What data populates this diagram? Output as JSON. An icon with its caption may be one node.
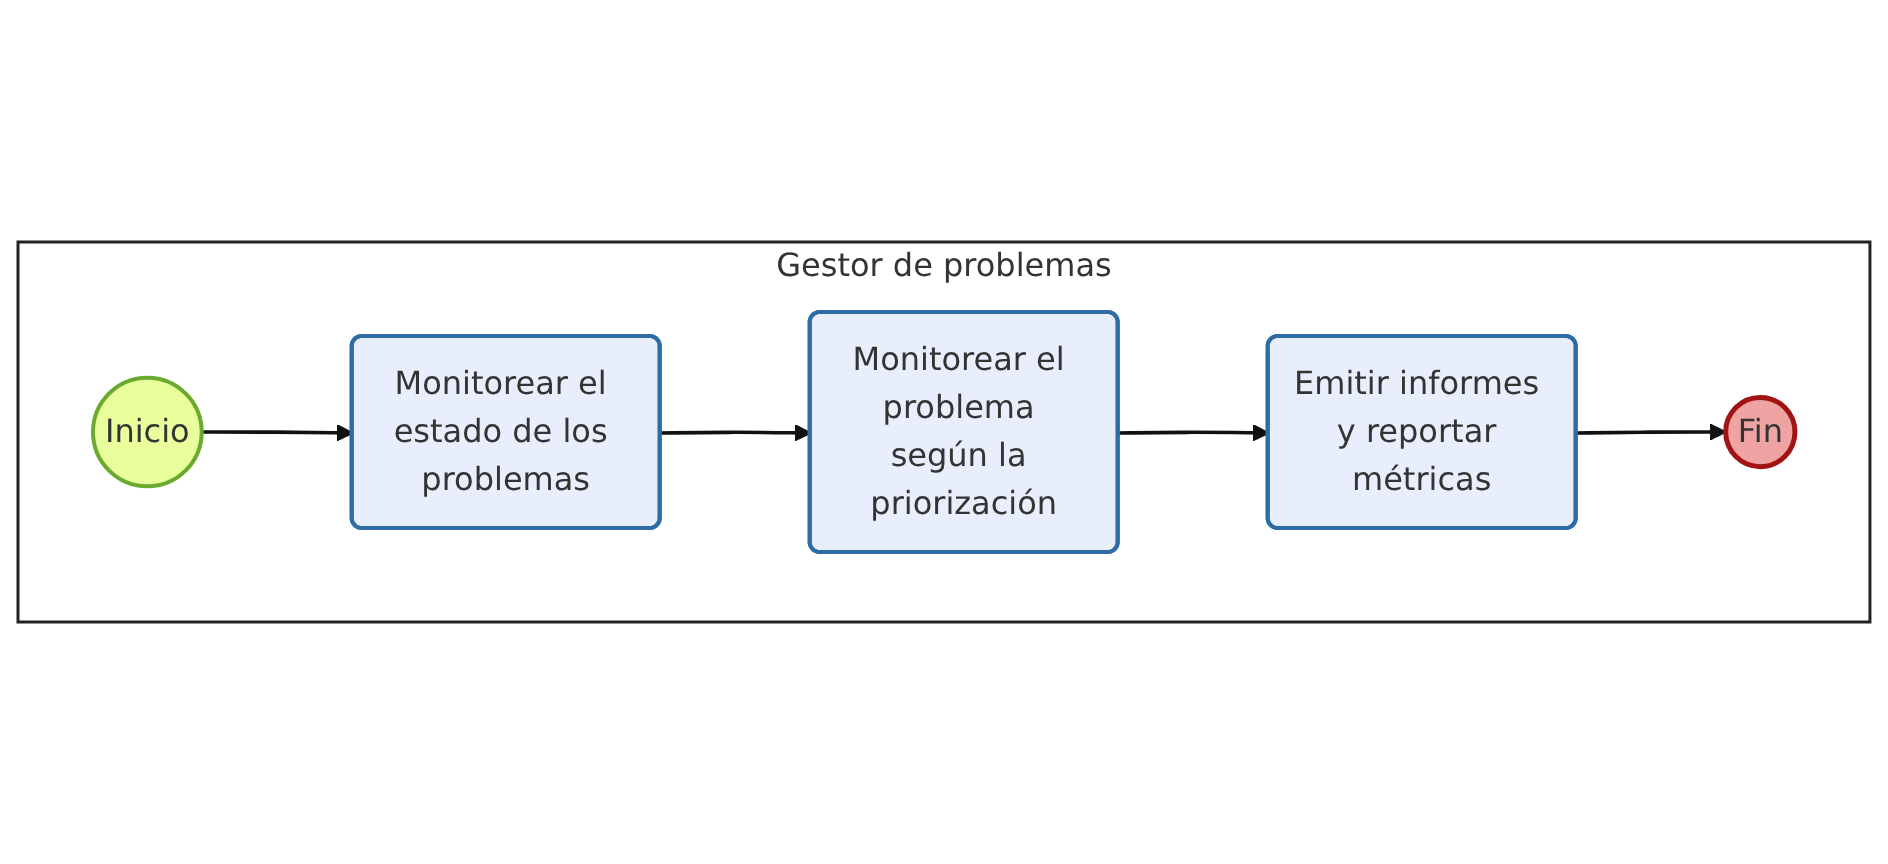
{
  "diagram": {
    "nodes": [
      {
        "text": [
          "Gestor de problemas"
        ]
      },
      {
        "text": [
          "Inicio"
        ],
        "in": 0
      },
      {
        "text": [
          "Monitorear el estado de los problemas"
        ],
        "in": 0
      },
      {
        "text": [
          "Monitorear el problema según la priorización"
        ],
        "in": 0
      },
      {
        "text": [
          "Emitir informes y reportar métricas"
        ],
        "in": 0
      },
      {
        "text": [
          "Fin"
        ],
        "in": 0
      }
    ],
    "edges": [
      {
        "from": 1,
        "to": 2,
        "arrow": "to"
      },
      {
        "from": 2,
        "to": 3,
        "arrow": "to"
      },
      {
        "from": 3,
        "to": 4,
        "arrow": "to"
      },
      {
        "from": 4,
        "to": 5,
        "arrow": "to"
      }
    ]
  }
}
